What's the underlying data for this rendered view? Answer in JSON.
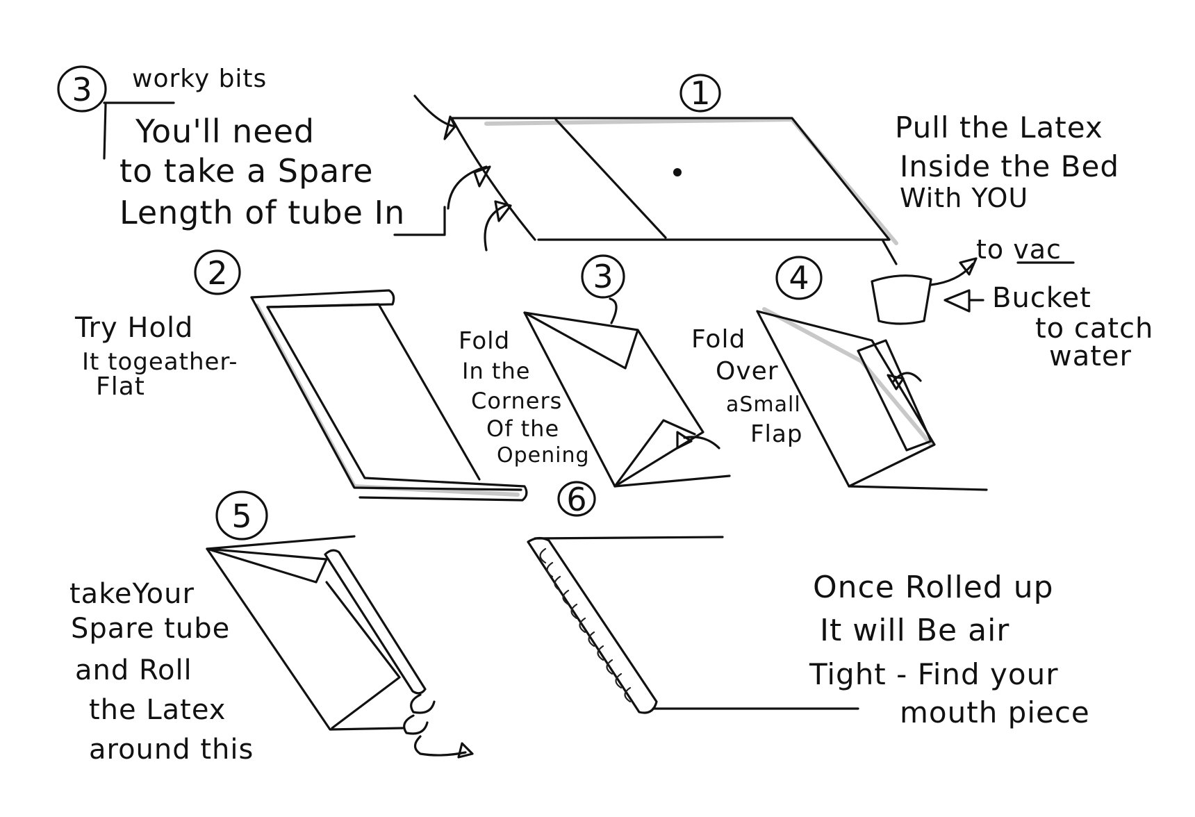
{
  "steps": {
    "s1": "1",
    "s2": "2",
    "s3": "3",
    "s4": "4",
    "s5": "5",
    "s6": "6",
    "worky": "3"
  },
  "worky_bits": {
    "title": "worky bits",
    "lines": [
      "You'll need",
      "to take a Spare",
      "Length of tube In"
    ]
  },
  "step1_note": {
    "lines": [
      "Pull the Latex",
      "Inside the Bed",
      "With YOU"
    ]
  },
  "vac": {
    "to_vac": "to vac",
    "bucket": [
      "Bucket",
      "to catch",
      "water"
    ]
  },
  "step2_note": {
    "lines": [
      "Try Hold",
      "It togeather-",
      "Flat"
    ]
  },
  "step3_note": {
    "lines": [
      "Fold",
      "In the",
      "Corners",
      "Of the",
      "Opening"
    ]
  },
  "step4_note": {
    "lines": [
      "Fold",
      "Over",
      "aSmall",
      "Flap"
    ]
  },
  "step5_note": {
    "lines": [
      "takeYour",
      "Spare tube",
      "and Roll",
      "the Latex",
      "around this"
    ]
  },
  "step6_note": {
    "lines": [
      "Once Rolled up",
      "It will Be air",
      "Tight - Find your",
      "mouth piece"
    ]
  },
  "colors": {
    "ink": "#111111",
    "shade": "#9a9a9a",
    "paper": "#ffffff"
  }
}
